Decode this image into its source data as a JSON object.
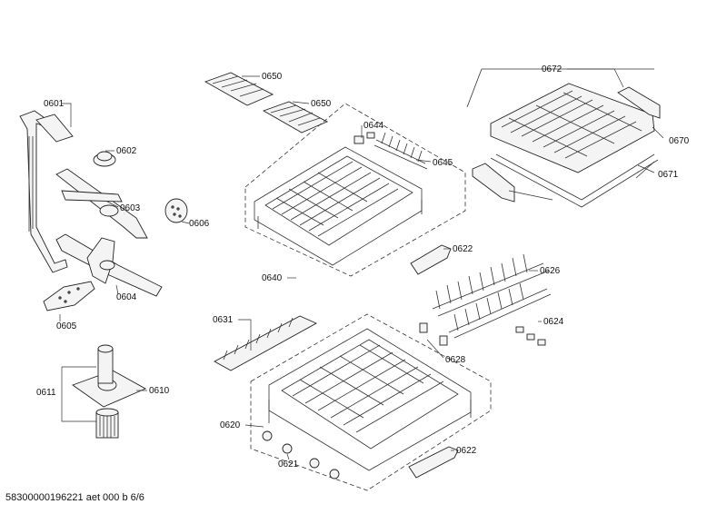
{
  "labels": {
    "p0650a": "0650",
    "p0650b": "0650",
    "p0601": "0601",
    "p0602": "0602",
    "p0603": "0603",
    "p0606": "0606",
    "p0604": "0604",
    "p0605": "0605",
    "p0644": "0644",
    "p0645": "0645",
    "p0640": "0640",
    "p0622a": "0622",
    "p0672": "0672",
    "p0670": "0670",
    "p0671": "0671",
    "p0626": "0626",
    "p0624": "0624",
    "p0628": "0628",
    "p0631": "0631",
    "p0620": "0620",
    "p0621": "0621",
    "p0622b": "0622",
    "p0611": "0611",
    "p0610": "0610"
  },
  "document_number": "58300000196221 aet 000 b 6/6"
}
